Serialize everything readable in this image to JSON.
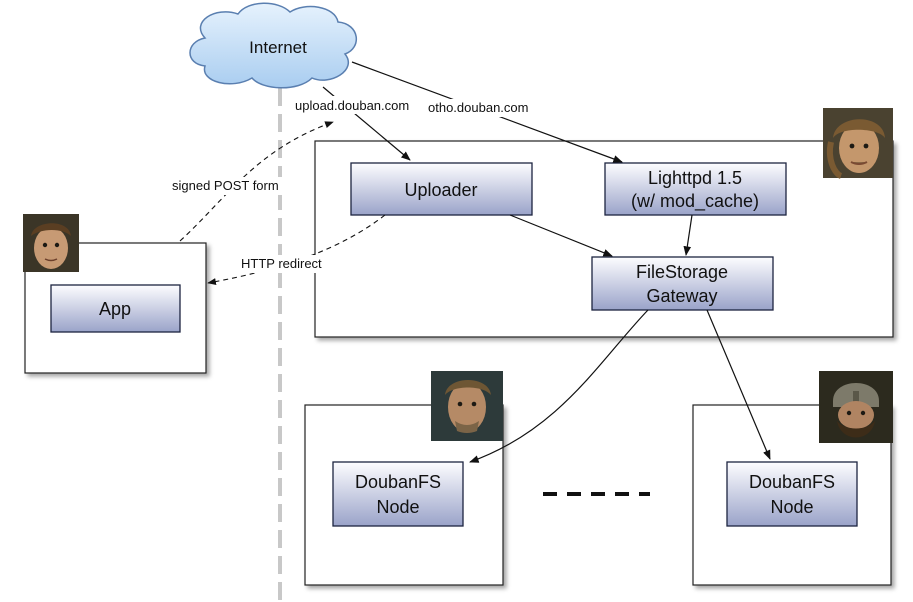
{
  "cloud": {
    "label": "Internet"
  },
  "edge_labels": {
    "upload_host": "upload.douban.com",
    "otho_host": "otho.douban.com",
    "signed_form": "signed POST form",
    "redirect": "HTTP redirect"
  },
  "nodes": {
    "uploader": "Uploader",
    "lighttpd_line1": "Lighttpd 1.5",
    "lighttpd_line2": "(w/ mod_cache)",
    "gateway_line1": "FileStorage",
    "gateway_line2": "Gateway",
    "app": "App",
    "fs_node_left_line1": "DoubanFS",
    "fs_node_left_line2": "Node",
    "fs_node_right_line1": "DoubanFS",
    "fs_node_right_line2": "Node"
  },
  "colors": {
    "node_top": "#fdfdff",
    "node_bottom": "#9aa3c9",
    "node_border": "#1c2440",
    "cloud_fill": "#c8e0f8",
    "cloud_stroke": "#5a7fb0",
    "separator": "#c8c8c8"
  },
  "icons": [
    "avatar-photo-icon"
  ]
}
